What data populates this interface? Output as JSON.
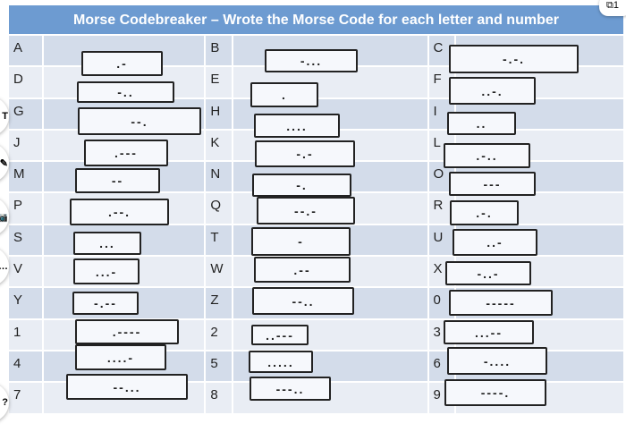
{
  "title": "Morse Codebreaker – Wrote the Morse Code for each letter and number",
  "rows": [
    [
      "A",
      "B",
      "C"
    ],
    [
      "D",
      "E",
      "F"
    ],
    [
      "G",
      "H",
      "I"
    ],
    [
      "J",
      "K",
      "L"
    ],
    [
      "M",
      "N",
      "O"
    ],
    [
      "P",
      "Q",
      "R"
    ],
    [
      "S",
      "T",
      "U"
    ],
    [
      "V",
      "W",
      "X"
    ],
    [
      "Y",
      "Z",
      "0"
    ],
    [
      "1",
      "2",
      "3"
    ],
    [
      "4",
      "5",
      "6"
    ],
    [
      "7",
      "8",
      "9"
    ]
  ],
  "answers": {
    "A": ".-",
    "B": "-...",
    "C": "-.-.",
    "D": "-..",
    "E": ".",
    "F": "..-.",
    "G": "--.",
    "H": "....",
    "I": "..",
    "J": ".---",
    "K": "-.-",
    "L": ".-..",
    "M": "--",
    "N": "-.",
    "O": "---",
    "P": ".--.",
    "Q": "--.-",
    "R": ".-.",
    "S": "...",
    "T": "-",
    "U": "..-",
    "V": "...-",
    "W": ".--",
    "X": "-..-",
    "Y": "-.--",
    "Z": "--..",
    "0": "-----",
    "1": ".----",
    "2": "..---",
    "3": "...--",
    "4": "....-",
    "5": ".....",
    "6": "-....",
    "7": "--...",
    "8": "---..",
    "9": "----."
  },
  "side_tools": {
    "text": "T",
    "pen": "✎",
    "camera": "📷",
    "more": "…",
    "help": "?"
  },
  "corner_badge": "1"
}
